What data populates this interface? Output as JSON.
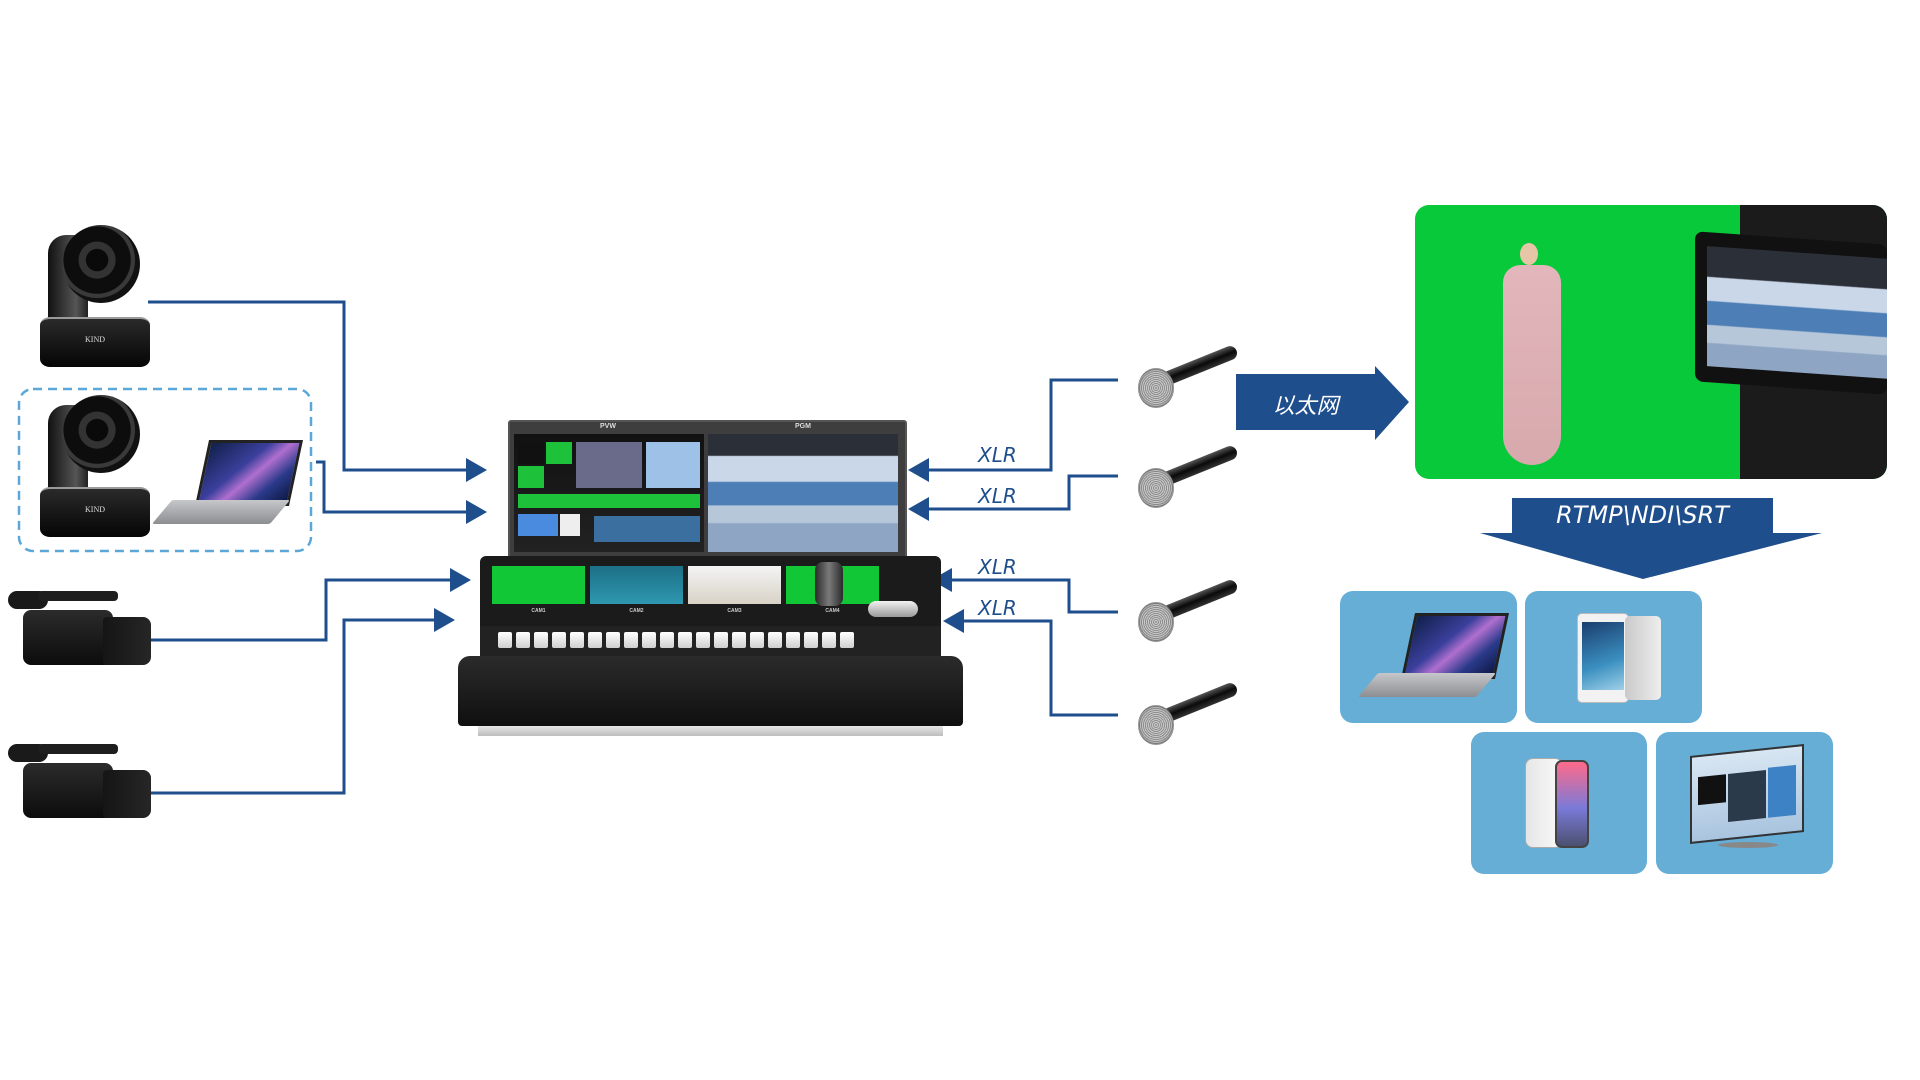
{
  "diagram": {
    "title": "Video switcher live-streaming system topology",
    "colors": {
      "line": "#1f4e8c",
      "arrow_fill": "#1f4e8c",
      "dashed_group": "#5ba8d8",
      "device_tile": "#66aed6",
      "chroma_green": "#07c93a",
      "background": "#ffffff"
    },
    "inputs": [
      {
        "id": "ptz-camera-1",
        "type": "PTZ camera",
        "brand_label": "KIND"
      },
      {
        "id": "ptz-camera-2",
        "type": "PTZ camera",
        "brand_label": "KIND",
        "group": "camera-laptop-group"
      },
      {
        "id": "laptop-input",
        "type": "Laptop",
        "group": "camera-laptop-group"
      },
      {
        "id": "camcorder-1",
        "type": "Camcorder"
      },
      {
        "id": "camcorder-2",
        "type": "Camcorder"
      }
    ],
    "switcher": {
      "monitor_labels": {
        "preview": "PVW",
        "program": "PGM"
      },
      "camera_labels": [
        "CAM1",
        "CAM2",
        "CAM3",
        "CAM4"
      ]
    },
    "audio_inputs": [
      {
        "id": "mic-1",
        "connection_label": "XLR"
      },
      {
        "id": "mic-2",
        "connection_label": "XLR"
      },
      {
        "id": "mic-3",
        "connection_label": "XLR"
      },
      {
        "id": "mic-4",
        "connection_label": "XLR"
      }
    ],
    "network_arrow": {
      "label": "以太网"
    },
    "studio_output": {
      "description": "Green screen presenter composited into virtual studio"
    },
    "stream_arrow": {
      "label": "RTMP\\NDI\\SRT"
    },
    "output_devices": [
      {
        "id": "laptop",
        "label": "Laptop"
      },
      {
        "id": "tablet",
        "label": "Tablet"
      },
      {
        "id": "smartphone",
        "label": "Smartphone"
      },
      {
        "id": "smart-tv",
        "label": "Smart TV"
      }
    ]
  }
}
